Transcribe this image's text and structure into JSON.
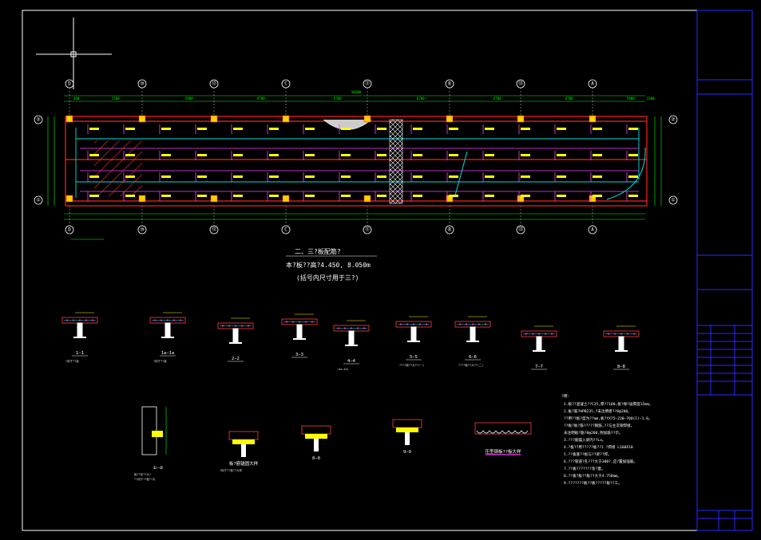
{
  "drawing": {
    "plan_title": "二、三?板配筋?",
    "plan_subtitle": "本?板??高?4.450, 8.050m",
    "plan_note": "(括号内尺寸用于三?)",
    "axes_top": [
      "D",
      "⑩",
      "⑫",
      "C",
      "⑪",
      "B",
      "⑬",
      "A"
    ],
    "axes_bottom": [
      "D",
      "⑩",
      "⑫",
      "C",
      "⑪",
      "B",
      "⑬",
      "A"
    ],
    "axes_side": [
      "②",
      "①"
    ],
    "dim_top": [
      "300",
      "2500",
      "5900",
      "6700",
      "6700",
      "6700",
      "6700",
      "6700",
      "5900",
      "2500"
    ],
    "dim_overall": "54100",
    "sections": [
      {
        "id": "1-1",
        "label": "1—1",
        "sub": "?用于??板"
      },
      {
        "id": "1a-1a",
        "label": "1a—1a",
        "sub": "?用于??板"
      },
      {
        "id": "2-2",
        "label": "2—2",
        "sub": ""
      },
      {
        "id": "3-3",
        "label": "3—3",
        "sub": ""
      },
      {
        "id": "4-4",
        "label": "4—4",
        "sub": "(4a—4a)"
      },
      {
        "id": "5-5",
        "label": "5—5",
        "sub": "????板??大??(一)"
      },
      {
        "id": "6-6",
        "label": "6—6",
        "sub": "????板??大??(二)"
      },
      {
        "id": "7-7",
        "label": "7—7",
        "sub": ""
      },
      {
        "id": "8-8",
        "label": "8—8",
        "sub": ""
      }
    ],
    "details_bottom": [
      {
        "id": "edge",
        "label": "①—②",
        "sub": "板??处??大?\n??用于??板??大"
      },
      {
        "id": "anchor",
        "label": "板?筋锚固大样",
        "sub": "?用于??板??大样"
      },
      {
        "id": "0-0",
        "label": "0—0",
        "sub": ""
      },
      {
        "id": "9-9",
        "label": "9—9",
        "sub": ""
      },
      {
        "id": "slab",
        "label": "压型钢板??板大样",
        "sub": ""
      }
    ],
    "notes_title": "?明:",
    "notes": [
      "1.板??混凝土??C25,厚??100,板?保?层厚度15mm。",
      "2.板?筋?HPB235,?未注明者??8@200。",
      "  ??用??板?度为??mm,板?YX75—230—700(I)—1.0。",
      "  ??板?板?筋?????钢筋,??与主次梁焊接。",
      "  未注明板?筋?8@200,附加筋??示。",
      "3.???筋锚入梁内??La。",
      "4.?板??用?????板??1 ?焊接 L160X10",
      "5.??板底??板与??梁??焊。",
      "6.???管道?孔???大于300?,应?置加强筋。",
      "7.??板???????及?量。",
      "8.??板?板??板??大于4.750mm。",
      "9.???????板??板?????板??工。"
    ]
  }
}
